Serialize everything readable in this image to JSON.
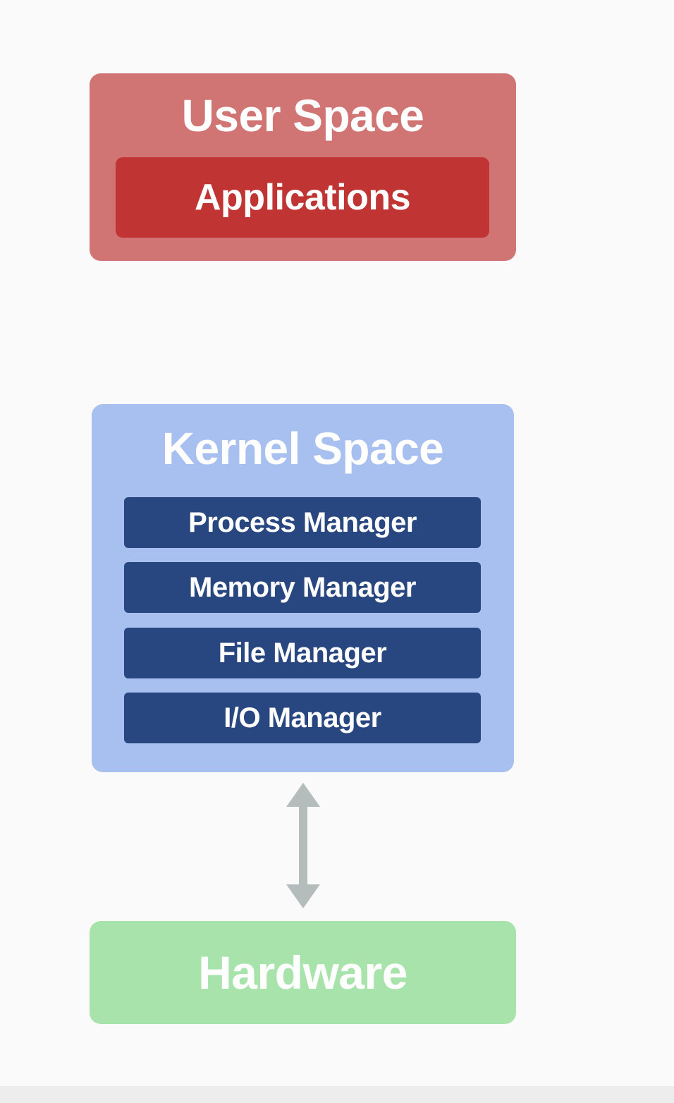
{
  "diagram": {
    "user_space": {
      "title": "User Space",
      "applications": "Applications"
    },
    "kernel_space": {
      "title": "Kernel Space",
      "managers": [
        "Process Manager",
        "Memory Manager",
        "File Manager",
        "I/O Manager"
      ]
    },
    "hardware": {
      "title": "Hardware"
    }
  },
  "colors": {
    "background": "#fafafa",
    "user_space": "#d17574",
    "applications": "#c03533",
    "kernel_space": "#a8c0f0",
    "manager": "#28467f",
    "hardware": "#a9e3ac",
    "arrow": "#b4bcbc"
  }
}
